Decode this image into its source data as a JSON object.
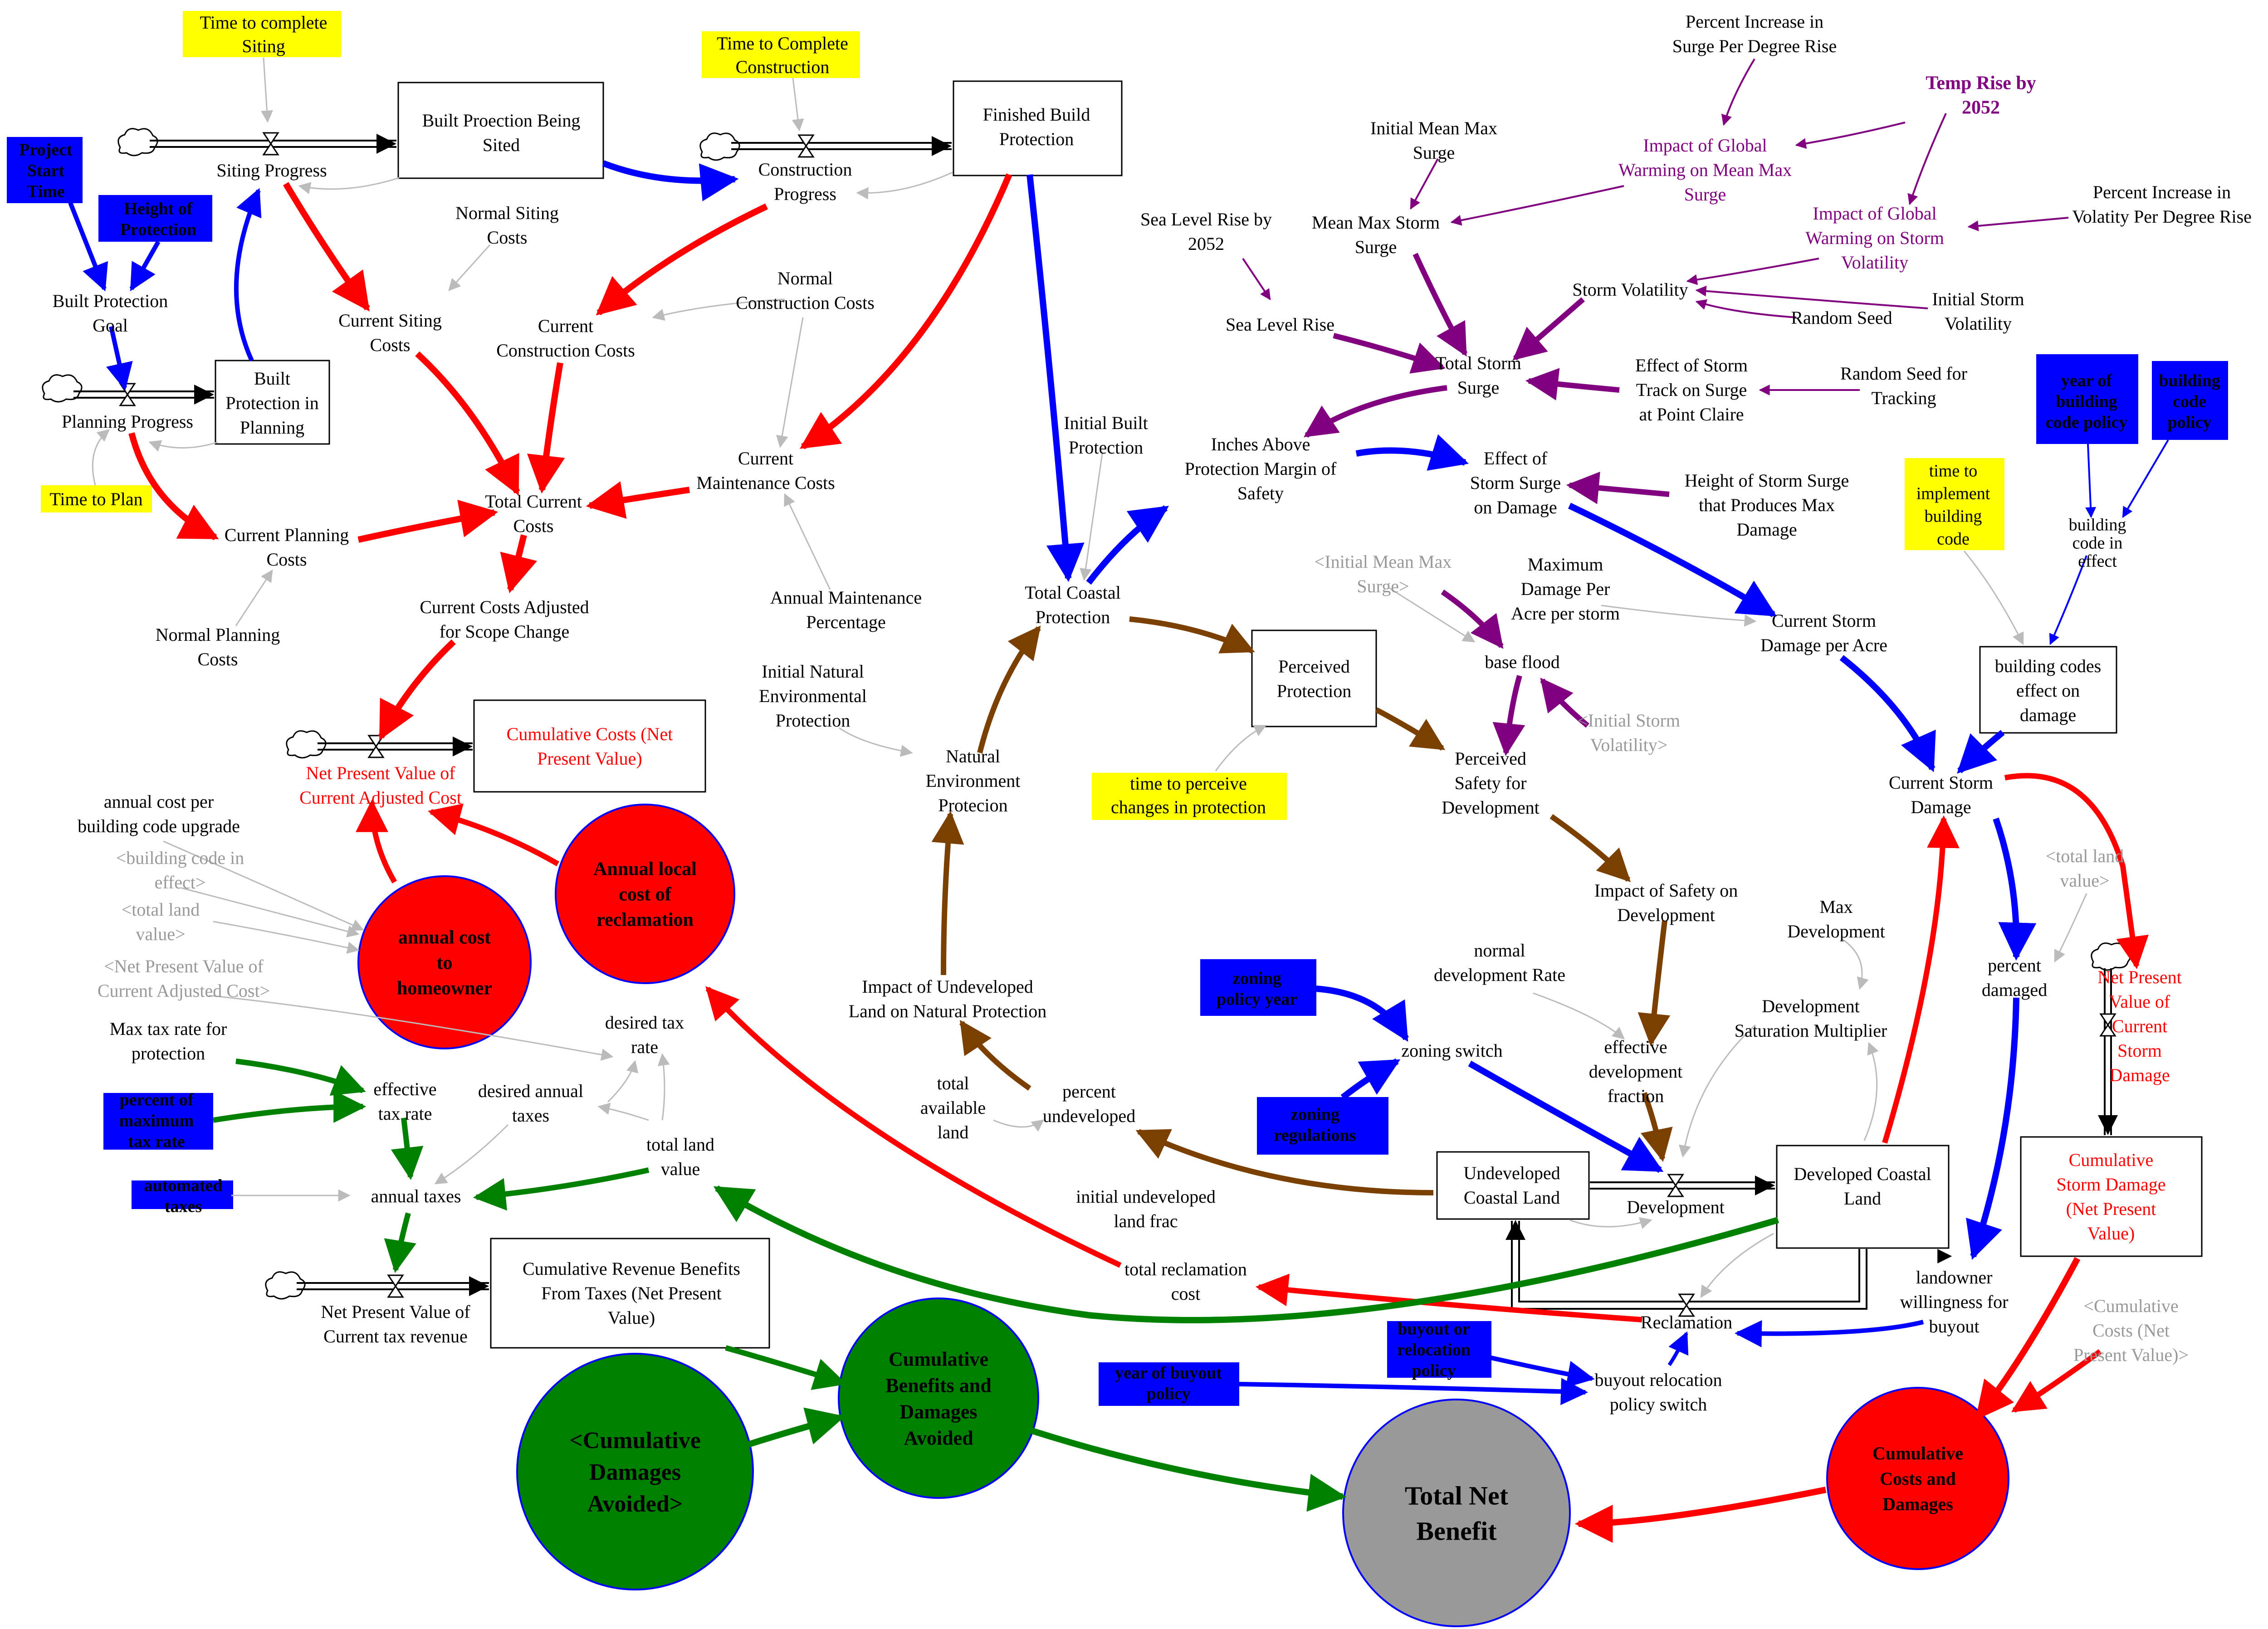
{
  "colors": {
    "blue": "#0000ff",
    "red": "#ff0000",
    "green": "#008000",
    "brown": "#7b3f00",
    "purple": "#800080",
    "gray": "#bbbbbb",
    "black": "#000000",
    "yellow": "#ffff00"
  },
  "nodes": {
    "time_complete_siting": [
      "Time to complete",
      "Siting"
    ],
    "time_complete_construction": [
      "Time to Complete",
      "Construction"
    ],
    "project_start_time": [
      "Project",
      "Start",
      "Time"
    ],
    "height_of_protection": [
      "Height of",
      "Protection"
    ],
    "built_protection_goal": [
      "Built Protection",
      "Goal"
    ],
    "siting_progress": [
      "Siting Progress"
    ],
    "built_protection_being_sited": [
      "Built Proection Being",
      "Sited"
    ],
    "construction_progress": [
      "Construction",
      "Progress"
    ],
    "finished_build_protection": [
      "Finished Build",
      "Protection"
    ],
    "normal_siting_costs": [
      "Normal Siting",
      "Costs"
    ],
    "current_siting_costs": [
      "Current Siting",
      "Costs"
    ],
    "normal_construction_costs": [
      "Normal",
      "Construction Costs"
    ],
    "current_construction_costs": [
      "Current",
      "Construction Costs"
    ],
    "built_protection_in_planning": [
      "Built",
      "Protection in",
      "Planning"
    ],
    "planning_progress": [
      "Planning Progress"
    ],
    "time_to_plan": [
      "Time to Plan"
    ],
    "current_planning_costs": [
      "Current Planning",
      "Costs"
    ],
    "total_current_costs": [
      "Total Current",
      "Costs"
    ],
    "current_maintenance_costs": [
      "Current",
      "Maintenance Costs"
    ],
    "normal_planning_costs": [
      "Normal Planning",
      "Costs"
    ],
    "annual_maintenance_percentage": [
      "Annual Maintenance",
      "Percentage"
    ],
    "current_costs_adjusted": [
      "Current Costs Adjusted",
      "for Scope Change"
    ],
    "npv_current_adjusted_cost": [
      "Net Present Value of",
      "Current Adjusted Cost"
    ],
    "cumulative_costs_npv": [
      "Cumulative Costs (Net",
      "Present Value)"
    ],
    "annual_cost_per_upgrade": [
      "annual cost per",
      "building code upgrade"
    ],
    "building_code_in_effect_shadow": [
      "<building code in",
      "effect>"
    ],
    "total_land_value_shadow1": [
      "<total land",
      "value>"
    ],
    "npv_shadow": [
      "<Net Present Value of",
      "Current Adjusted Cost>"
    ],
    "annual_cost_homeowner": [
      "annual cost",
      "to",
      "homeowner"
    ],
    "annual_local_cost_reclamation": [
      "Annual local",
      "cost of",
      "reclamation"
    ],
    "max_tax_rate": [
      "Max tax rate for",
      "protection"
    ],
    "effective_tax_rate": [
      "effective",
      "tax rate"
    ],
    "desired_tax_rate": [
      "desired tax",
      "rate"
    ],
    "desired_annual_taxes": [
      "desired annual",
      "taxes"
    ],
    "percent_of_max_tax_rate": [
      "percent of",
      "maximum",
      "tax rate"
    ],
    "automated_taxes": [
      "automated",
      "taxes"
    ],
    "annual_taxes": [
      "annual taxes"
    ],
    "total_land_value": [
      "total land",
      "value"
    ],
    "npv_tax_revenue": [
      "Net Present Value of",
      "Current tax revenue"
    ],
    "cumulative_revenue_benefits": [
      "Cumulative Revenue Benefits",
      "From Taxes (Net Present",
      "Value)"
    ],
    "cumulative_damages_avoided_shadow": [
      "<Cumulative",
      "Damages",
      "Avoided>"
    ],
    "cumulative_benefits_damages_avoided": [
      "Cumulative",
      "Benefits and",
      "Damages",
      "Avoided"
    ],
    "total_net_benefit": [
      "Total Net",
      "Benefit"
    ],
    "initial_built_protection": [
      "Initial Built",
      "Protection"
    ],
    "total_coastal_protection": [
      "Total Coastal",
      "Protection"
    ],
    "initial_natural_env_protection": [
      "Initial Natural",
      "Environmental",
      "Protection"
    ],
    "natural_environment_protection": [
      "Natural",
      "Environment",
      "Protecion"
    ],
    "impact_undeveloped_land": [
      "Impact of Undeveloped",
      "Land on Natural Protection"
    ],
    "total_available_land": [
      "total",
      "available",
      "land"
    ],
    "percent_undeveloped": [
      "percent",
      "undeveloped"
    ],
    "initial_undeveloped_land_frac": [
      "initial undeveloped",
      "land frac"
    ],
    "total_reclamation_cost": [
      "total reclamation",
      "cost"
    ],
    "sea_level_rise_2052": [
      "Sea Level Rise by",
      "2052"
    ],
    "sea_level_rise": [
      "Sea Level Rise"
    ],
    "initial_mean_max_surge": [
      "Initial Mean Max",
      "Surge"
    ],
    "mean_max_storm_surge": [
      "Mean Max Storm",
      "Surge"
    ],
    "percent_increase_surge": [
      "Percent Increase in",
      "Surge Per Degree Rise"
    ],
    "impact_global_warming_surge": [
      "Impact of Global",
      "Warming on Mean Max",
      "Surge"
    ],
    "temp_rise_2052": [
      "Temp Rise by",
      "2052"
    ],
    "impact_global_warming_volatility": [
      "Impact of Global",
      "Warming on Storm",
      "Volatility"
    ],
    "percent_increase_volatility": [
      "Percent Increase in",
      "Volatity Per Degree Rise"
    ],
    "storm_volatility": [
      "Storm Volatility"
    ],
    "random_seed": [
      "Random Seed"
    ],
    "initial_storm_volatility": [
      "Initial Storm",
      "Volatility"
    ],
    "total_storm_surge": [
      "Total Storm",
      "Surge"
    ],
    "effect_storm_track": [
      "Effect of Storm",
      "Track on Surge",
      "at Point Claire"
    ],
    "random_seed_tracking": [
      "Random Seed for",
      "Tracking"
    ],
    "inches_above_protection": [
      "Inches Above",
      "Protection Margin of",
      "Safety"
    ],
    "effect_storm_surge_damage": [
      "Effect of",
      "Storm Surge",
      "on Damage"
    ],
    "height_storm_surge_max_damage": [
      "Height of Storm Surge",
      "that Produces Max",
      "Damage"
    ],
    "initial_mean_max_surge_shadow": [
      "<Initial Mean Max",
      "Surge>"
    ],
    "maximum_damage_per_acre": [
      "Maximum",
      "Damage Per",
      "Acre per storm"
    ],
    "current_storm_damage_per_acre": [
      "Current Storm",
      "Damage per Acre"
    ],
    "perceived_protection": [
      "Perceived",
      "Protection"
    ],
    "base_flood": [
      "base flood"
    ],
    "initial_storm_volatility_shadow": [
      "<Initial Storm",
      "Volatility>"
    ],
    "time_to_perceive": [
      "time to perceive",
      "changes in protection"
    ],
    "perceived_safety": [
      "Perceived",
      "Safety for",
      "Development"
    ],
    "impact_safety_development": [
      "Impact of Safety on",
      "Development"
    ],
    "year_building_code_policy": [
      "year of",
      "building",
      "code policy"
    ],
    "building_code_policy": [
      "building",
      "code",
      "policy"
    ],
    "time_implement_building_code": [
      "time to",
      "implement",
      "building",
      "code"
    ],
    "building_code_in_effect": [
      "building",
      "code in",
      "effect"
    ],
    "building_codes_effect_damage": [
      "building codes",
      "effect on",
      "damage"
    ],
    "current_storm_damage": [
      "Current Storm",
      "Damage"
    ],
    "total_land_value_shadow2": [
      "<total land",
      "value>"
    ],
    "percent_damaged": [
      "percent",
      "damaged"
    ],
    "npv_current_storm_damage": [
      "Net Present",
      "Value of",
      "Current",
      "Storm",
      "Damage"
    ],
    "cumulative_storm_damage_npv": [
      "Cumulative",
      "Storm Damage",
      "(Net Present",
      "Value)"
    ],
    "cumulative_costs_shadow": [
      "<Cumulative",
      "Costs (Net",
      "Present Value)>"
    ],
    "cumulative_costs_and_damages": [
      "Cumulative",
      "Costs and",
      "Damages"
    ],
    "max_development": [
      "Max",
      "Development"
    ],
    "development_saturation_multiplier": [
      "Development",
      "Saturation Multiplier"
    ],
    "normal_development_rate": [
      "normal",
      "development Rate"
    ],
    "effective_development_fraction": [
      "effective",
      "development",
      "fraction"
    ],
    "zoning_policy_year": [
      "zoning",
      "policy year"
    ],
    "zoning_switch": [
      "zoning switch"
    ],
    "zoning_regulations": [
      "zoning",
      "regulations"
    ],
    "undeveloped_coastal_land": [
      "Undeveloped",
      "Coastal Land"
    ],
    "development": [
      "Development"
    ],
    "developed_coastal_land": [
      "Developed Coastal",
      "Land"
    ],
    "reclamation": [
      "Reclamation"
    ],
    "landowner_willingness": [
      "landowner",
      "willingness for",
      "buyout"
    ],
    "buyout_or_relocation_policy": [
      "buyout or",
      "relocation",
      "policy"
    ],
    "year_of_buyout_policy": [
      "year of buyout",
      "policy"
    ],
    "buyout_relocation_switch": [
      "buyout relocation",
      "policy switch"
    ]
  }
}
